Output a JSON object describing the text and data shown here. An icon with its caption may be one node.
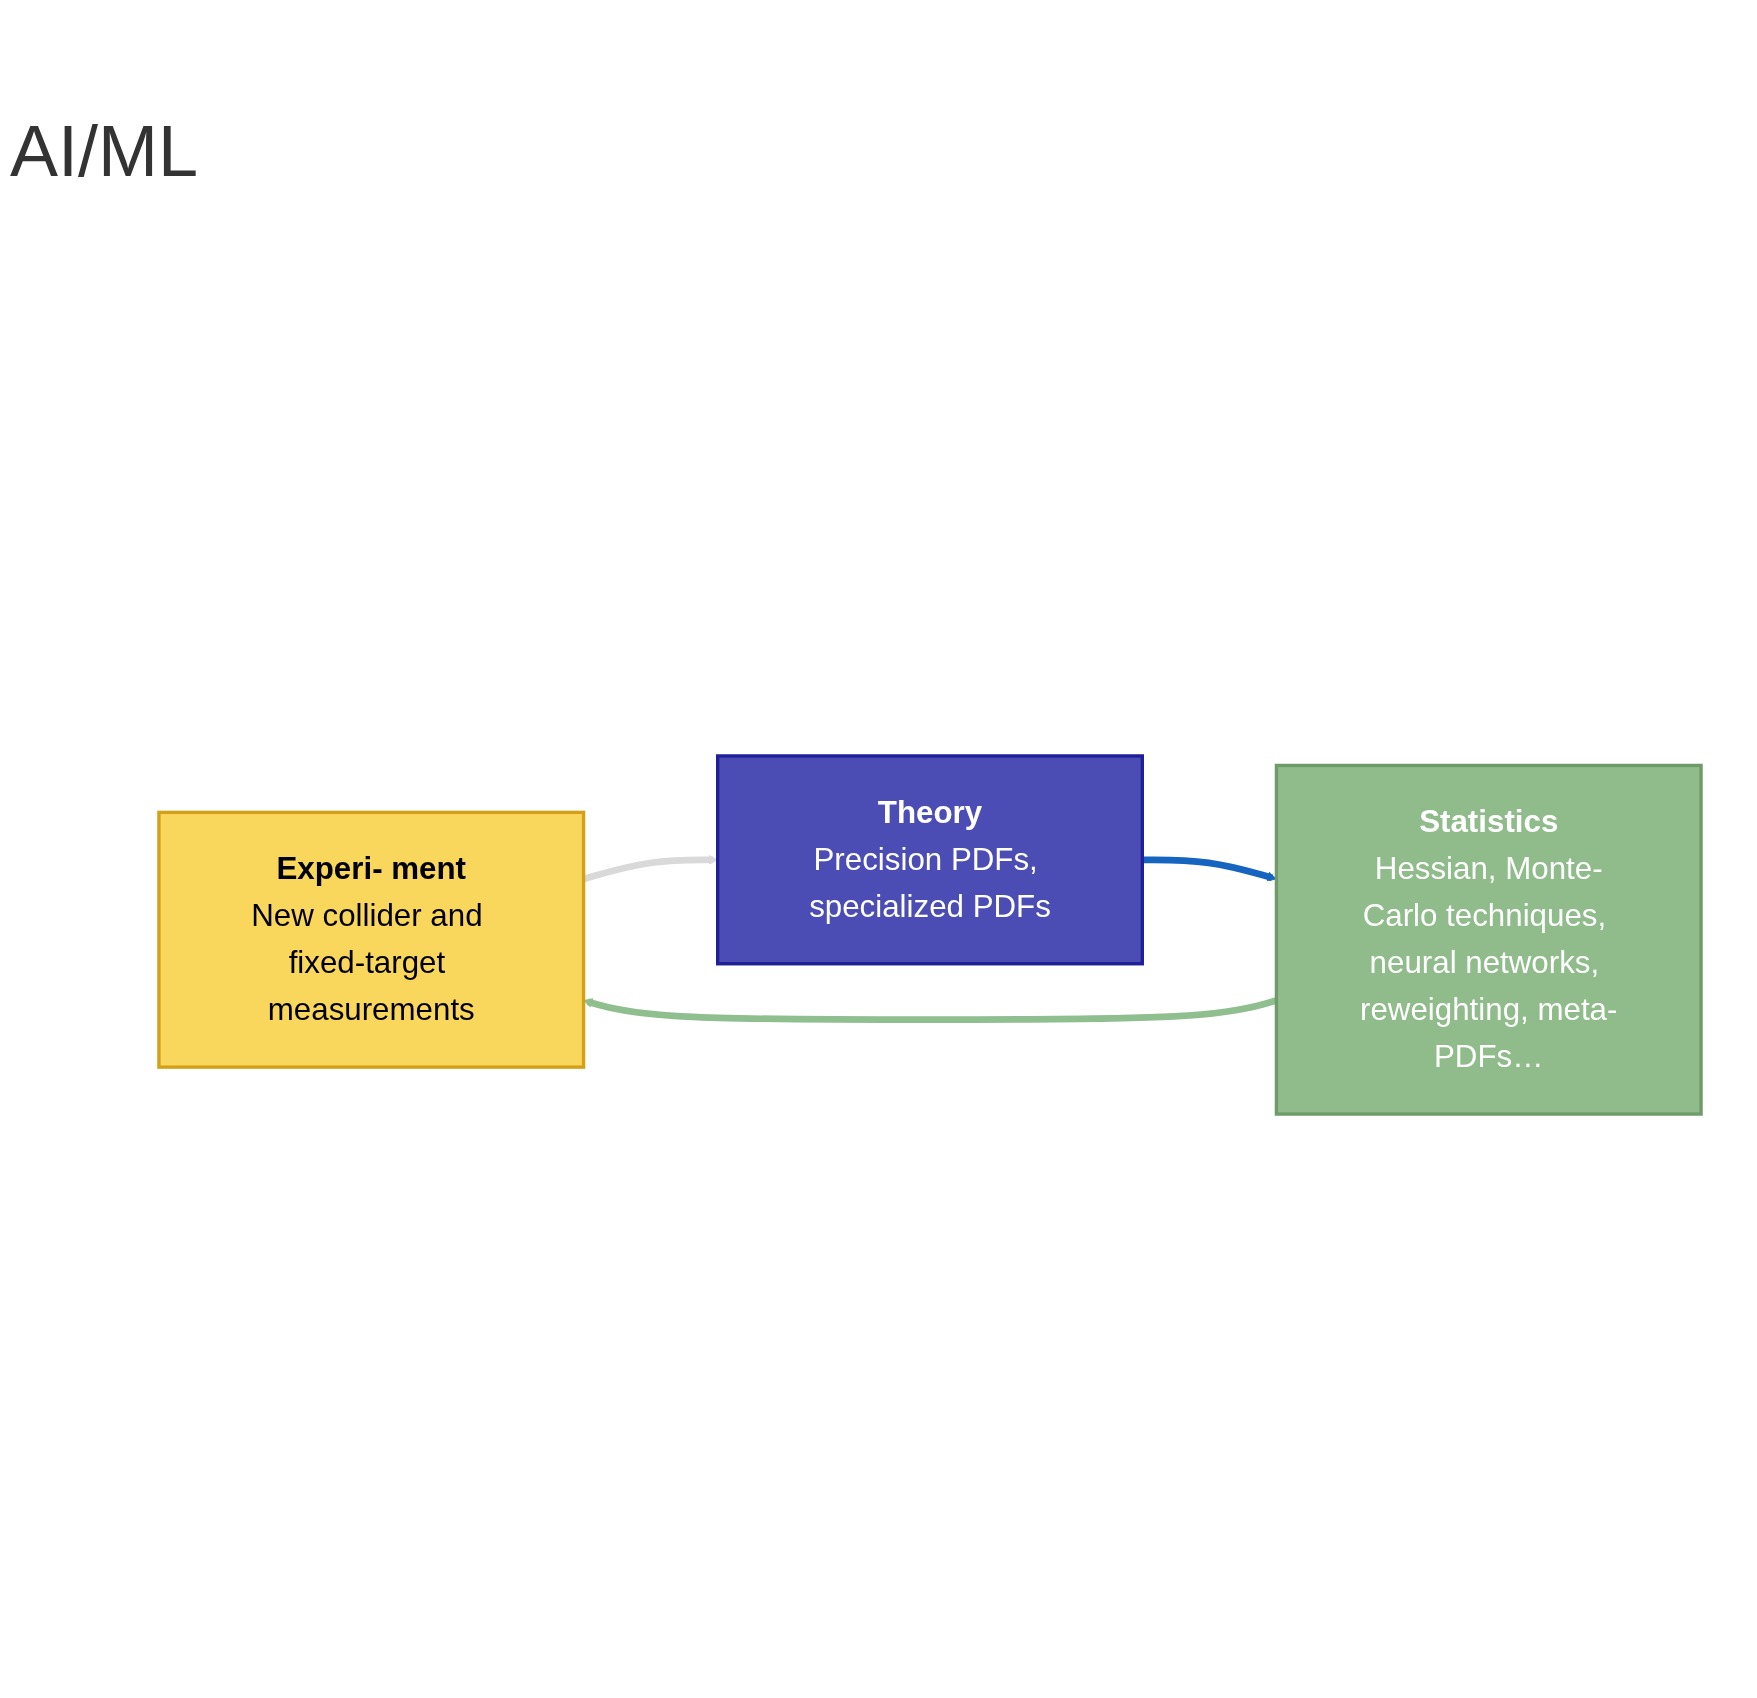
{
  "diagram": {
    "nodes": [
      {
        "text": [
          "Experi- ment",
          "New collider and fixed-target measurements"
        ]
      },
      {
        "text": [
          "Theory",
          "Precision PDFs, specialized PDFs"
        ]
      },
      {
        "text": [
          "Statistics",
          "Hessian, Monte-Carlo techniques, neural networks, reweighting, meta-PDFs…"
        ]
      }
    ],
    "edges": [
      {
        "from": 0,
        "to": 1,
        "arrow": "to",
        "color": "#d9d9d9"
      },
      {
        "from": 1,
        "to": 2,
        "arrow": "to",
        "color": "#1565c0"
      },
      {
        "from": 2,
        "to": 0,
        "arrow": "to",
        "color": "#8fbf8f"
      }
    ],
    "labels": [
      "AI/ML"
    ]
  }
}
